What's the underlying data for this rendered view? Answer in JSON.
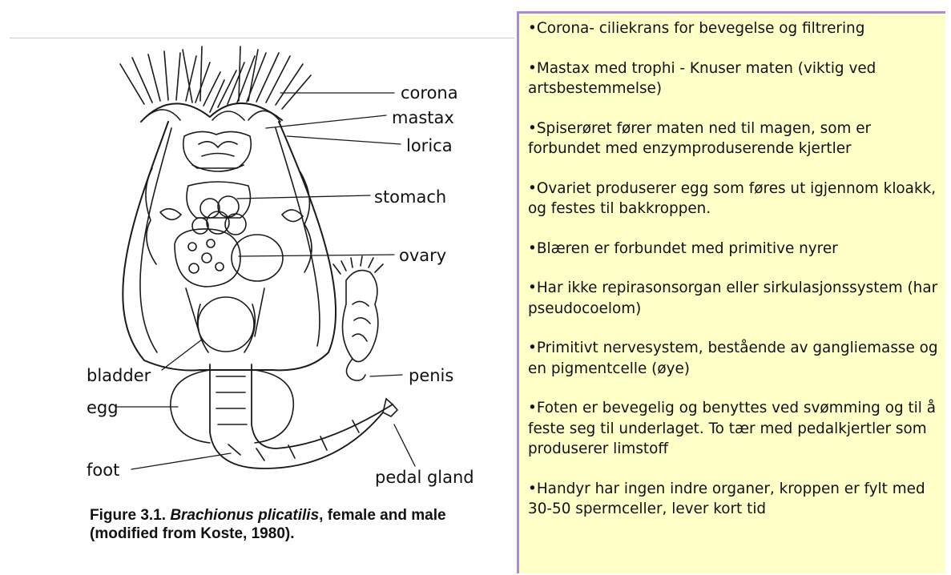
{
  "labels": {
    "corona": "corona",
    "mastax": "mastax",
    "lorica": "lorica",
    "stomach": "stomach",
    "ovary": "ovary",
    "penis": "penis",
    "bladder": "bladder",
    "egg": "egg",
    "foot": "foot",
    "pedal_gland": "pedal gland"
  },
  "caption": {
    "prefix": "Figure 3.1. ",
    "species": "Brachionus plicatilis",
    "line1_suffix": ", female and male",
    "line2": "(modified from Koste, 1980)."
  },
  "notes": [
    "•Corona- ciliekrans for bevegelse og filtrering",
    "•Mastax med trophi - Knuser maten (viktig ved artsbestemmelse)",
    "•Spiserøret fører maten ned til magen, som er forbundet med enzymproduserende kjertler",
    "•Ovariet produserer egg som føres ut igjennom kloakk, og festes til bakkroppen.",
    "•Blæren er forbundet med primitive nyrer",
    "•Har ikke repirasonsorgan eller sirkulasjonssystem (har pseudocoelom)",
    "•Primitivt nervesystem, bestående av gangliemasse og en pigmentcelle (øye)",
    "•Foten er bevegelig og benyttes ved svømming og til å feste seg til underlaget. To tær med pedalkjertler som produserer limstoff",
    "•Handyr har ingen indre organer, kroppen er fylt med 30-50 spermceller, lever kort tid"
  ],
  "colors": {
    "notes_background": "#ffffc8",
    "notes_border": "#a98ad8"
  }
}
